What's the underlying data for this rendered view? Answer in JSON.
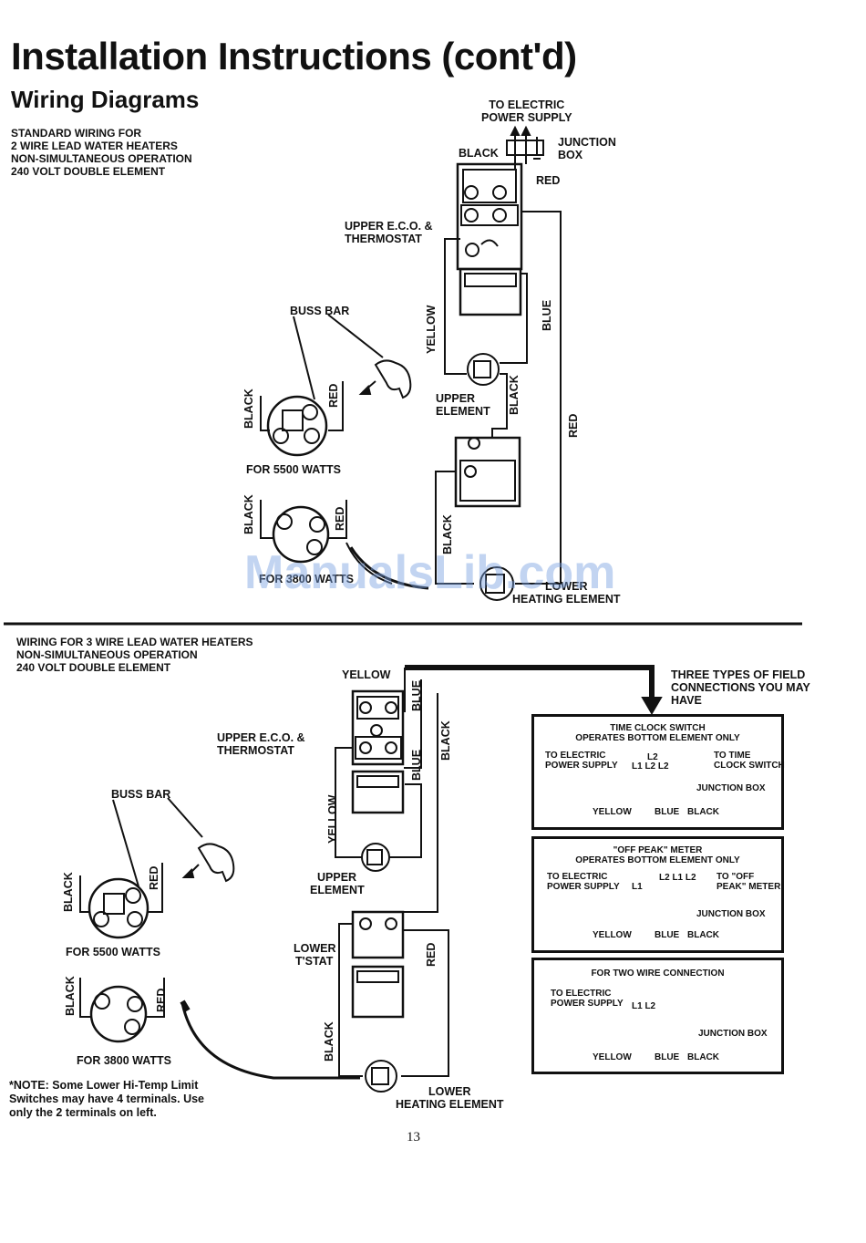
{
  "title": "Installation Instructions (cont'd)",
  "subtitle": "Wiring Diagrams",
  "section1": {
    "caption": [
      "STANDARD WIRING FOR",
      "2 WIRE LEAD WATER HEATERS",
      "NON-SIMULTANEOUS OPERATION",
      "240 VOLT DOUBLE ELEMENT"
    ],
    "to_power": [
      "TO ELECTRIC",
      "POWER SUPPLY"
    ],
    "junction": [
      "JUNCTION",
      "BOX"
    ],
    "black": "BLACK",
    "red": "RED",
    "upper_eco": [
      "UPPER E.C.O. &",
      "THERMOSTAT"
    ],
    "buss_bar": "BUSS BAR",
    "yellow": "YELLOW",
    "blue": "BLUE",
    "upper_element": [
      "UPPER",
      "ELEMENT"
    ],
    "black_v": "BLACK",
    "red_v": "RED",
    "for5500": "FOR 5500 WATTS",
    "for3800_partial": "FOR 3800 WATTS",
    "lower_heating": [
      "LOWER",
      "HEATING ELEMENT"
    ]
  },
  "section2": {
    "caption": [
      "WIRING FOR 3 WIRE LEAD WATER HEATERS",
      "NON-SIMULTANEOUS OPERATION",
      "240 VOLT DOUBLE ELEMENT"
    ],
    "yellow": "YELLOW",
    "blue": "BLUE",
    "black": "BLACK",
    "red": "RED",
    "three_types": [
      "THREE TYPES OF FIELD",
      "CONNECTIONS YOU MAY",
      "HAVE"
    ],
    "upper_eco": [
      "UPPER E.C.O. &",
      "THERMOSTAT"
    ],
    "buss_bar": "BUSS BAR",
    "upper_element": [
      "UPPER",
      "ELEMENT"
    ],
    "lower_tstat": [
      "LOWER",
      "T'STAT"
    ],
    "for5500": "FOR 5500 WATTS",
    "for3800": "FOR 3800 WATTS",
    "lower_heating": [
      "LOWER",
      "HEATING ELEMENT"
    ],
    "note": [
      "*NOTE: Some Lower Hi-Temp Limit",
      "Switches may have 4 terminals. Use",
      "only the 2 terminals on left."
    ]
  },
  "field_boxes": [
    {
      "title": [
        "TIME CLOCK SWITCH",
        "OPERATES BOTTOM ELEMENT ONLY"
      ],
      "left": [
        "TO ELECTRIC",
        "POWER SUPPLY"
      ],
      "right": [
        "TO TIME",
        "CLOCK SWITCH"
      ],
      "terminals": "L1  L2  L2",
      "l2_top": "L2",
      "junction": "JUNCTION BOX",
      "wires": [
        "YELLOW",
        "BLUE",
        "BLACK"
      ]
    },
    {
      "title": [
        "\"OFF PEAK\" METER",
        "OPERATES BOTTOM ELEMENT ONLY"
      ],
      "left": [
        "TO ELECTRIC",
        "POWER SUPPLY"
      ],
      "right": [
        "TO \"OFF",
        "PEAK\" METER"
      ],
      "terminals": "L1",
      "l2_top": "L2 L1 L2",
      "junction": "JUNCTION BOX",
      "wires": [
        "YELLOW",
        "BLUE",
        "BLACK"
      ]
    },
    {
      "title": [
        "FOR TWO WIRE CONNECTION"
      ],
      "left": [
        "TO ELECTRIC",
        "POWER SUPPLY"
      ],
      "right": [
        "",
        ""
      ],
      "terminals": "L1    L2",
      "l2_top": "",
      "junction": "JUNCTION BOX",
      "wires": [
        "YELLOW",
        "BLUE",
        "BLACK"
      ]
    }
  ],
  "watermark": "ManualsLib.com",
  "page_number": "13"
}
